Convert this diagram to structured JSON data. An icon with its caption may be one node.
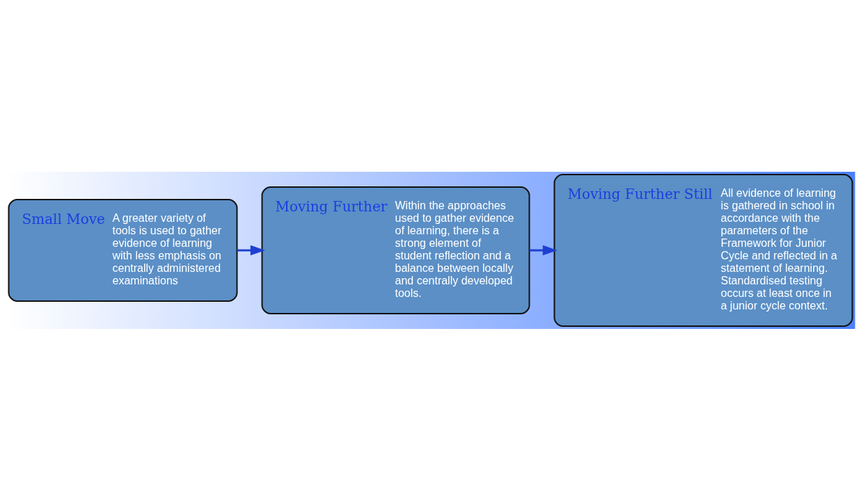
{
  "diagram": {
    "nodes": [
      {
        "text": [
          "Small Move",
          "A greater variety of tools is used to gather evidence of learning with less emphasis on centrally administered examinations"
        ]
      },
      {
        "text": [
          "Moving Further",
          "Within the approaches used to gather evidence of learning, there is a strong element of student reflection and a balance between locally and centrally developed tools."
        ]
      },
      {
        "text": [
          "Moving Further Still",
          "All evidence of learning is gathered in school in accordance with the parameters of the Framework for Junior Cycle and reflected in a statement of learning. Standardised testing occurs at least once in a junior cycle context."
        ]
      }
    ],
    "edges": [
      {
        "from": 0,
        "to": 1,
        "arrow": "to"
      },
      {
        "from": 1,
        "to": 2,
        "arrow": "to"
      }
    ]
  }
}
